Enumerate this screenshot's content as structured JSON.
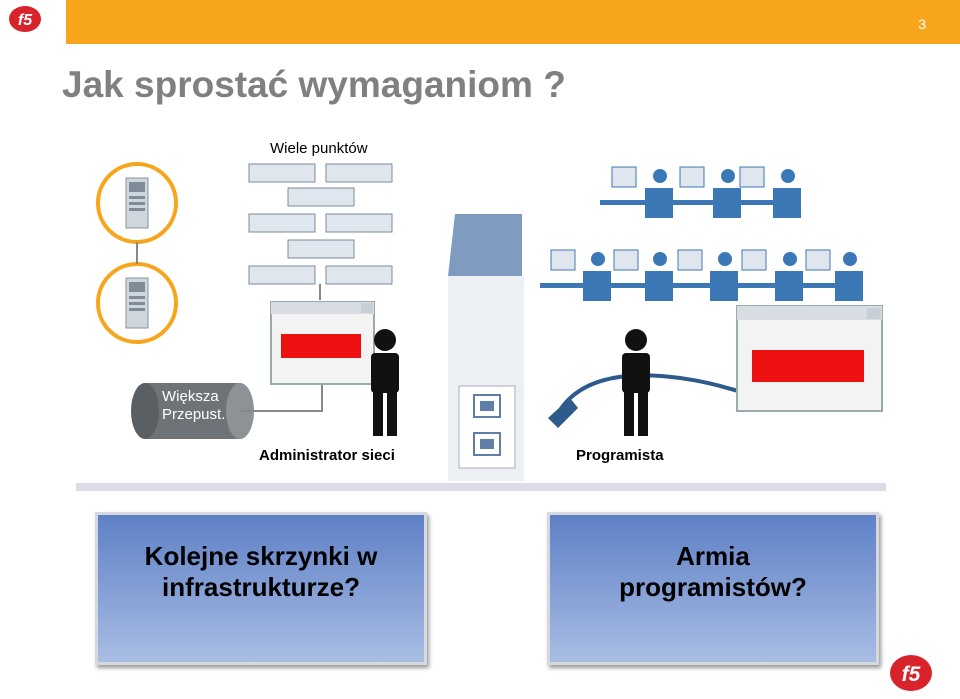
{
  "slide": {
    "page_number": "3",
    "title": "Jak sprostać wymaganiom ?",
    "label_many_points": "Wiele punktów",
    "pipe_label_line1": "Większa",
    "pipe_label_line2": "Przepust.",
    "label_admin": "Administrator sieci",
    "label_programmer": "Programista",
    "box_left_line1": "Kolejne skrzynki w",
    "box_left_line2": "infrastrukturze?",
    "box_right_line1": "Armia",
    "box_right_line2": "programistów?",
    "logo_text": "f5"
  },
  "colors": {
    "accent": "#f7a51c",
    "title_gray": "#808080",
    "box_blue": "#5e80c6",
    "person_blue": "#3b78b5",
    "alert_red": "#ee1111"
  }
}
